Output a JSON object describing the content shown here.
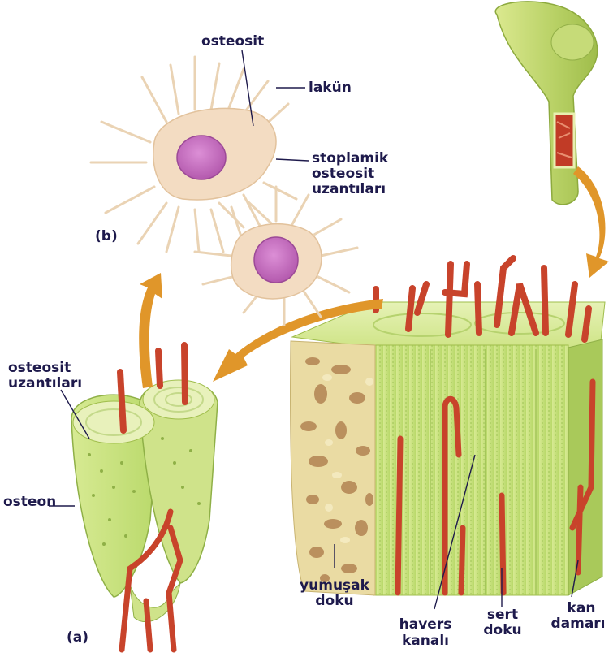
{
  "labels": {
    "osteosit": "osteosit",
    "lakun": "lakün",
    "stoplamik_1": "stoplamik",
    "stoplamik_2": "osteosit",
    "stoplamik_3": "uzantıları",
    "b": "(b)",
    "a": "(a)",
    "osteosit_uzantilari_1": "osteosit",
    "osteosit_uzantilari_2": "uzantıları",
    "osteon": "osteon",
    "yumusak_1": "yumuşak",
    "yumusak_2": "doku",
    "havers_1": "havers",
    "havers_2": "kanalı",
    "sert_1": "sert",
    "sert_2": "doku",
    "kan_1": "kan",
    "kan_2": "damarı"
  },
  "colors": {
    "label_text": "#1e1a4c",
    "bone_green": "#c9e27c",
    "bone_light": "#e3f0b3",
    "spongy": "#e8d9a0",
    "vessel": "#c8432b",
    "arrow": "#e0962a",
    "cell_body": "#f3dcc2",
    "nucleus": "#c66bc0"
  }
}
